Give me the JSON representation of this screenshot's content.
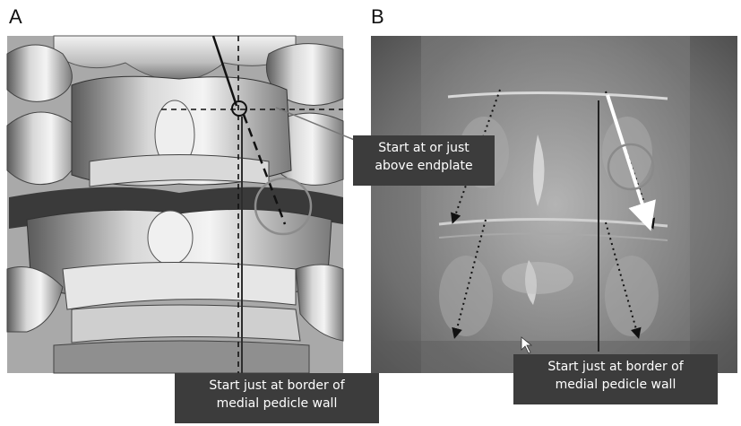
{
  "panels": {
    "a": {
      "letter": "A"
    },
    "b": {
      "letter": "B"
    }
  },
  "callouts": {
    "endplate": {
      "line1": "Start at or just",
      "line2": "above endplate"
    },
    "pedicle_a": {
      "line1": "Start just at border of",
      "line2": "medial pedicle wall"
    },
    "pedicle_b": {
      "line1": "Start just at border of",
      "line2": "medial pedicle wall"
    }
  },
  "colors": {
    "callout_bg": "#3c3c3c",
    "circle_gray": "#8c8c8c",
    "arrow_white": "#ffffff"
  }
}
